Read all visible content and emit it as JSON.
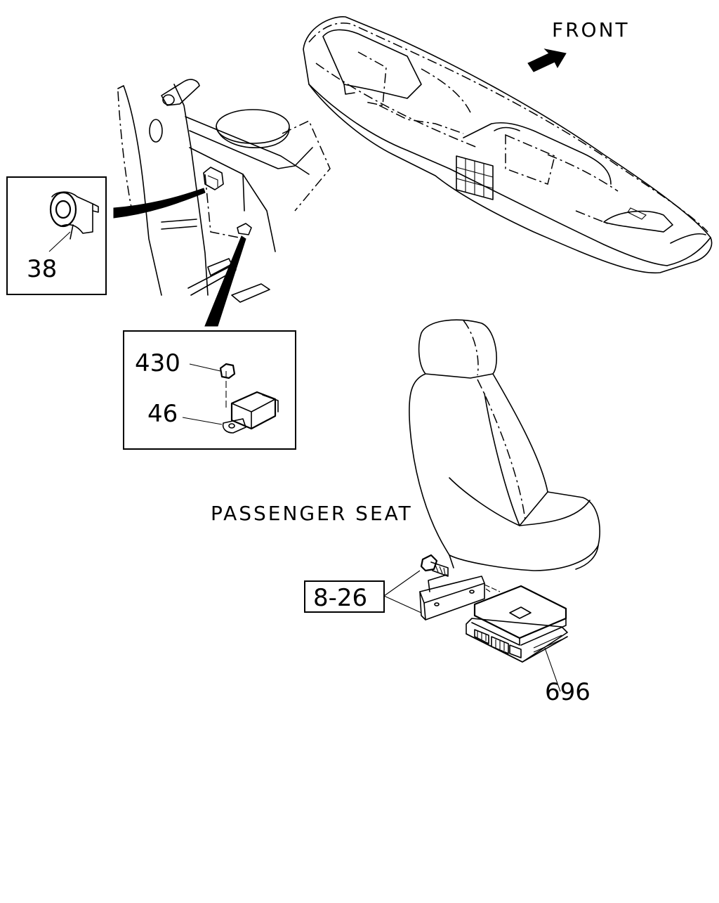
{
  "labels": {
    "front": "FRONT",
    "passenger_seat": "PASSENGER SEAT",
    "part_38": "38",
    "part_430": "430",
    "part_46": "46",
    "ref_8_26": "8-26",
    "part_696": "696"
  },
  "icons": {
    "direction_arrow": "arrow-front-icon"
  }
}
